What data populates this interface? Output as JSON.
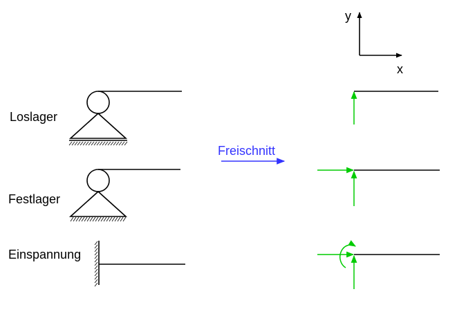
{
  "axes": {
    "y_label": "y",
    "x_label": "x"
  },
  "supports": {
    "loslager": "Loslager",
    "festlager": "Festlager",
    "einspannung": "Einspannung"
  },
  "transition": {
    "label": "Freischnitt"
  },
  "colors": {
    "lines": "#000000",
    "arrow": "#3333ff",
    "forces": "#00cc00"
  }
}
